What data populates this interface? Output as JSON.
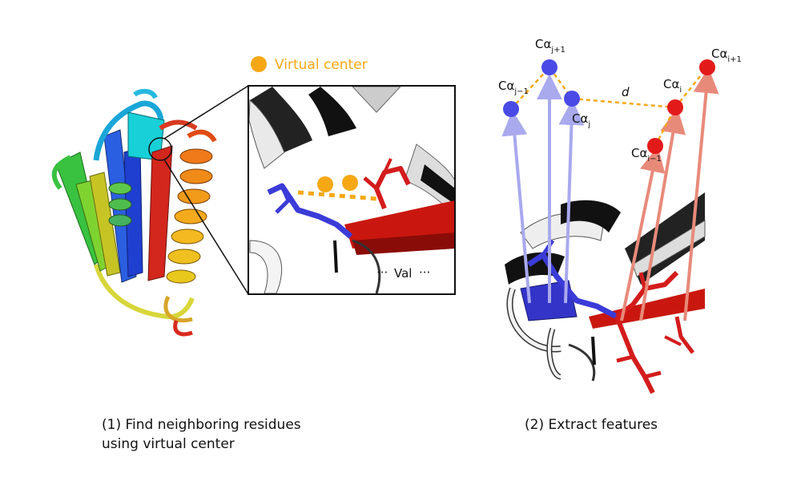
{
  "legend": {
    "label": "Virtual center",
    "color": "#f5a814"
  },
  "inset": {
    "residue_label": "Val",
    "ellipsis": "···"
  },
  "features": {
    "distance_label": "d",
    "ca_base": "Cα",
    "blue_nodes": [
      "j+1",
      "j−1",
      "j"
    ],
    "red_nodes": [
      "i+1",
      "i",
      "i−1"
    ]
  },
  "captions": {
    "panel1_line1": "(1) Find neighboring residues",
    "panel1_line2": "using virtual center",
    "panel2": "(2) Extract features"
  },
  "colors": {
    "blue": "#3b3bd8",
    "red": "#dd1c1c",
    "orange": "#f5a814",
    "arrow_blue": "#a9a9ee",
    "arrow_red": "#e88a7a"
  }
}
